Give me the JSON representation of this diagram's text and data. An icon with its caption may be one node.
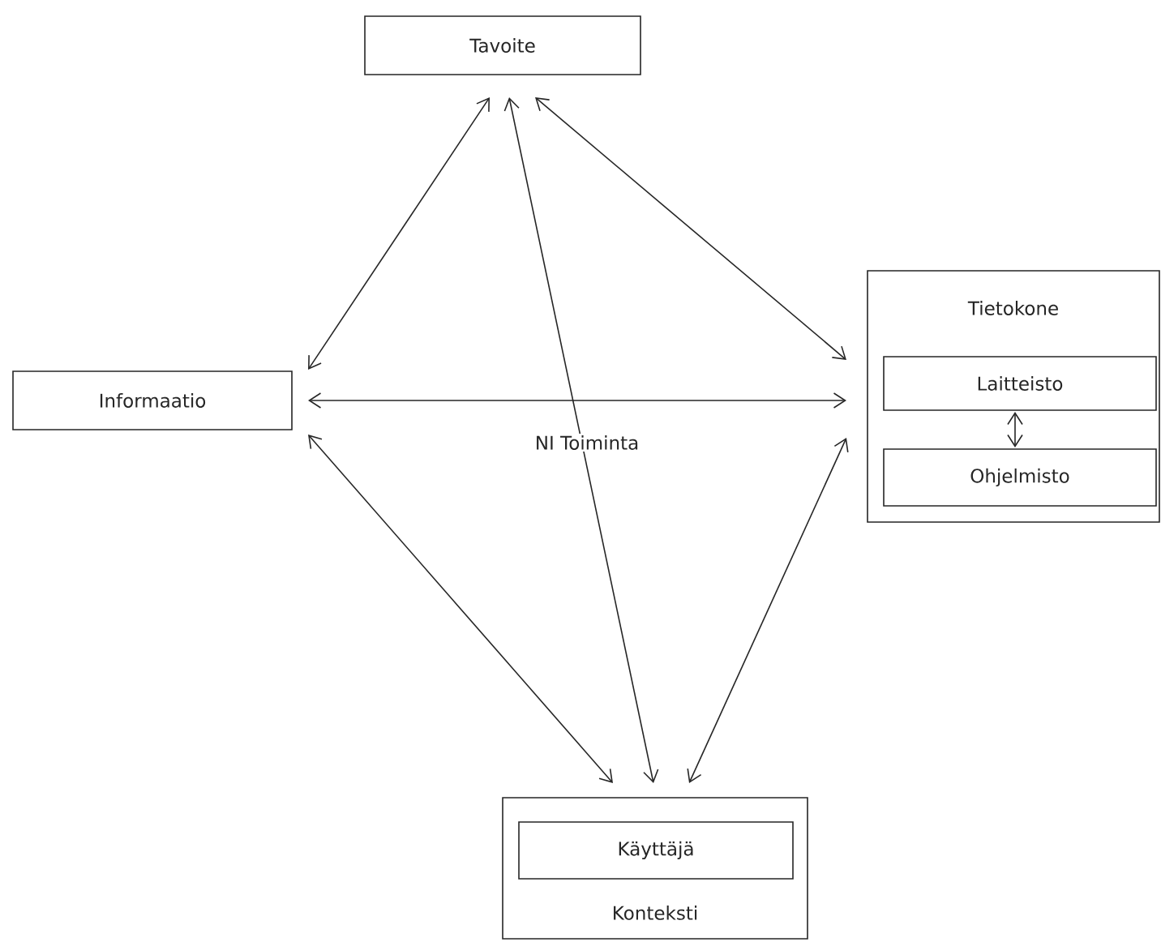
{
  "diagram": {
    "nodes": [
      {
        "text": [
          "Tavoite"
        ]
      },
      {
        "text": [
          "Informaatio"
        ]
      },
      {
        "text": [
          "Tietokone"
        ]
      },
      {
        "text": [
          "Laitteisto"
        ],
        "in": 2
      },
      {
        "text": [
          "Ohjelmisto"
        ],
        "in": 2
      },
      {
        "text": [
          "Konteksti"
        ]
      },
      {
        "text": [
          "Käyttäjä"
        ],
        "in": 5
      }
    ],
    "edges": [
      {
        "from": 0,
        "to": 1,
        "arrow": "both"
      },
      {
        "from": 0,
        "to": 2,
        "arrow": "both"
      },
      {
        "from": 0,
        "to": 5,
        "arrow": "both"
      },
      {
        "from": 1,
        "to": 2,
        "arrow": "both"
      },
      {
        "from": 1,
        "to": 5,
        "arrow": "both"
      },
      {
        "from": 2,
        "to": 5,
        "arrow": "both"
      },
      {
        "from": 3,
        "to": 4,
        "arrow": "both"
      }
    ],
    "labels": [
      "NI Toiminta"
    ]
  }
}
